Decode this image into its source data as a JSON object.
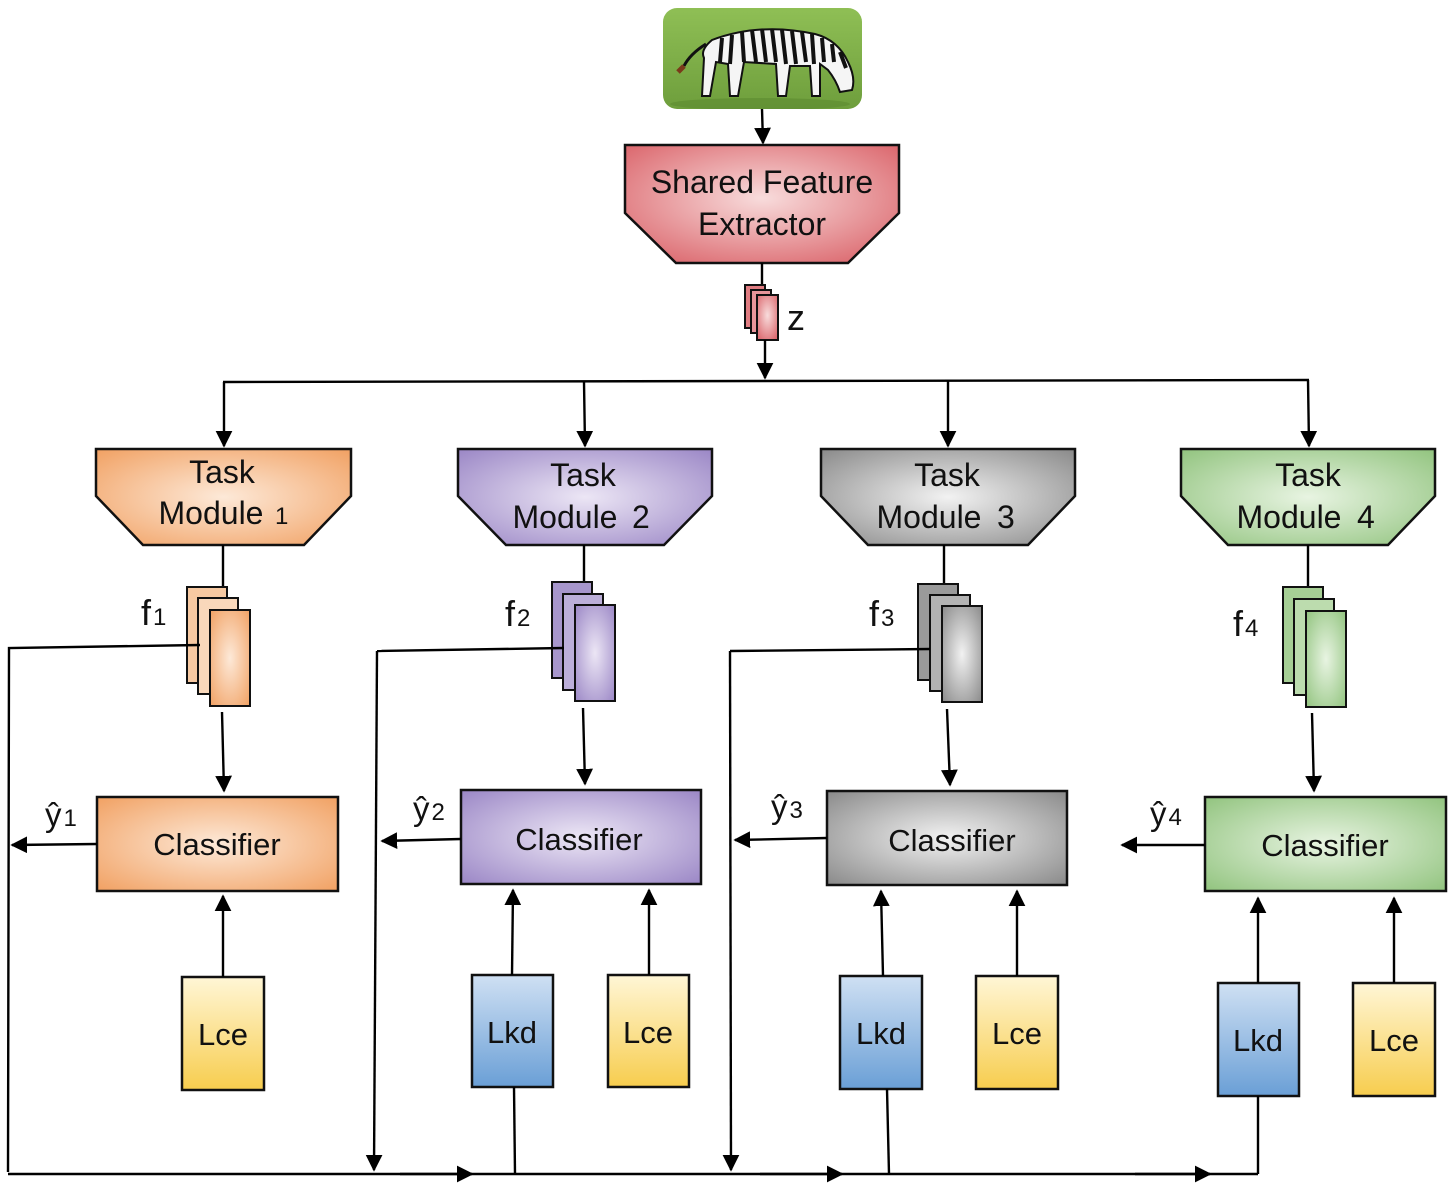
{
  "image": {
    "icon": "zebra-icon"
  },
  "extractor": {
    "line1": "Shared Feature",
    "line2": "Extractor",
    "feature_label": "z"
  },
  "modules": [
    {
      "line1": "Task",
      "line2": "Module",
      "num": "1",
      "feature_sym": "f",
      "feature_sub": "1",
      "pred_sym": "ŷ",
      "pred_sub": "1",
      "classifier": "Classifier",
      "losses": [
        "Lce"
      ],
      "color": "#f1a163"
    },
    {
      "line1": "Task",
      "line2": "Module",
      "num": "2",
      "feature_sym": "f",
      "feature_sub": "2",
      "pred_sym": "ŷ",
      "pred_sub": "2",
      "classifier": "Classifier",
      "losses": [
        "Lkd",
        "Lce"
      ],
      "color": "#9b87c6"
    },
    {
      "line1": "Task",
      "line2": "Module",
      "num": "3",
      "feature_sym": "f",
      "feature_sub": "3",
      "pred_sym": "ŷ",
      "pred_sub": "3",
      "classifier": "Classifier",
      "losses": [
        "Lkd",
        "Lce"
      ],
      "color": "#8f8f8f"
    },
    {
      "line1": "Task",
      "line2": "Module",
      "num": "4",
      "feature_sym": "f",
      "feature_sub": "4",
      "pred_sym": "ŷ",
      "pred_sub": "4",
      "classifier": "Classifier",
      "losses": [
        "Lkd",
        "Lce"
      ],
      "color": "#92c47f"
    }
  ]
}
